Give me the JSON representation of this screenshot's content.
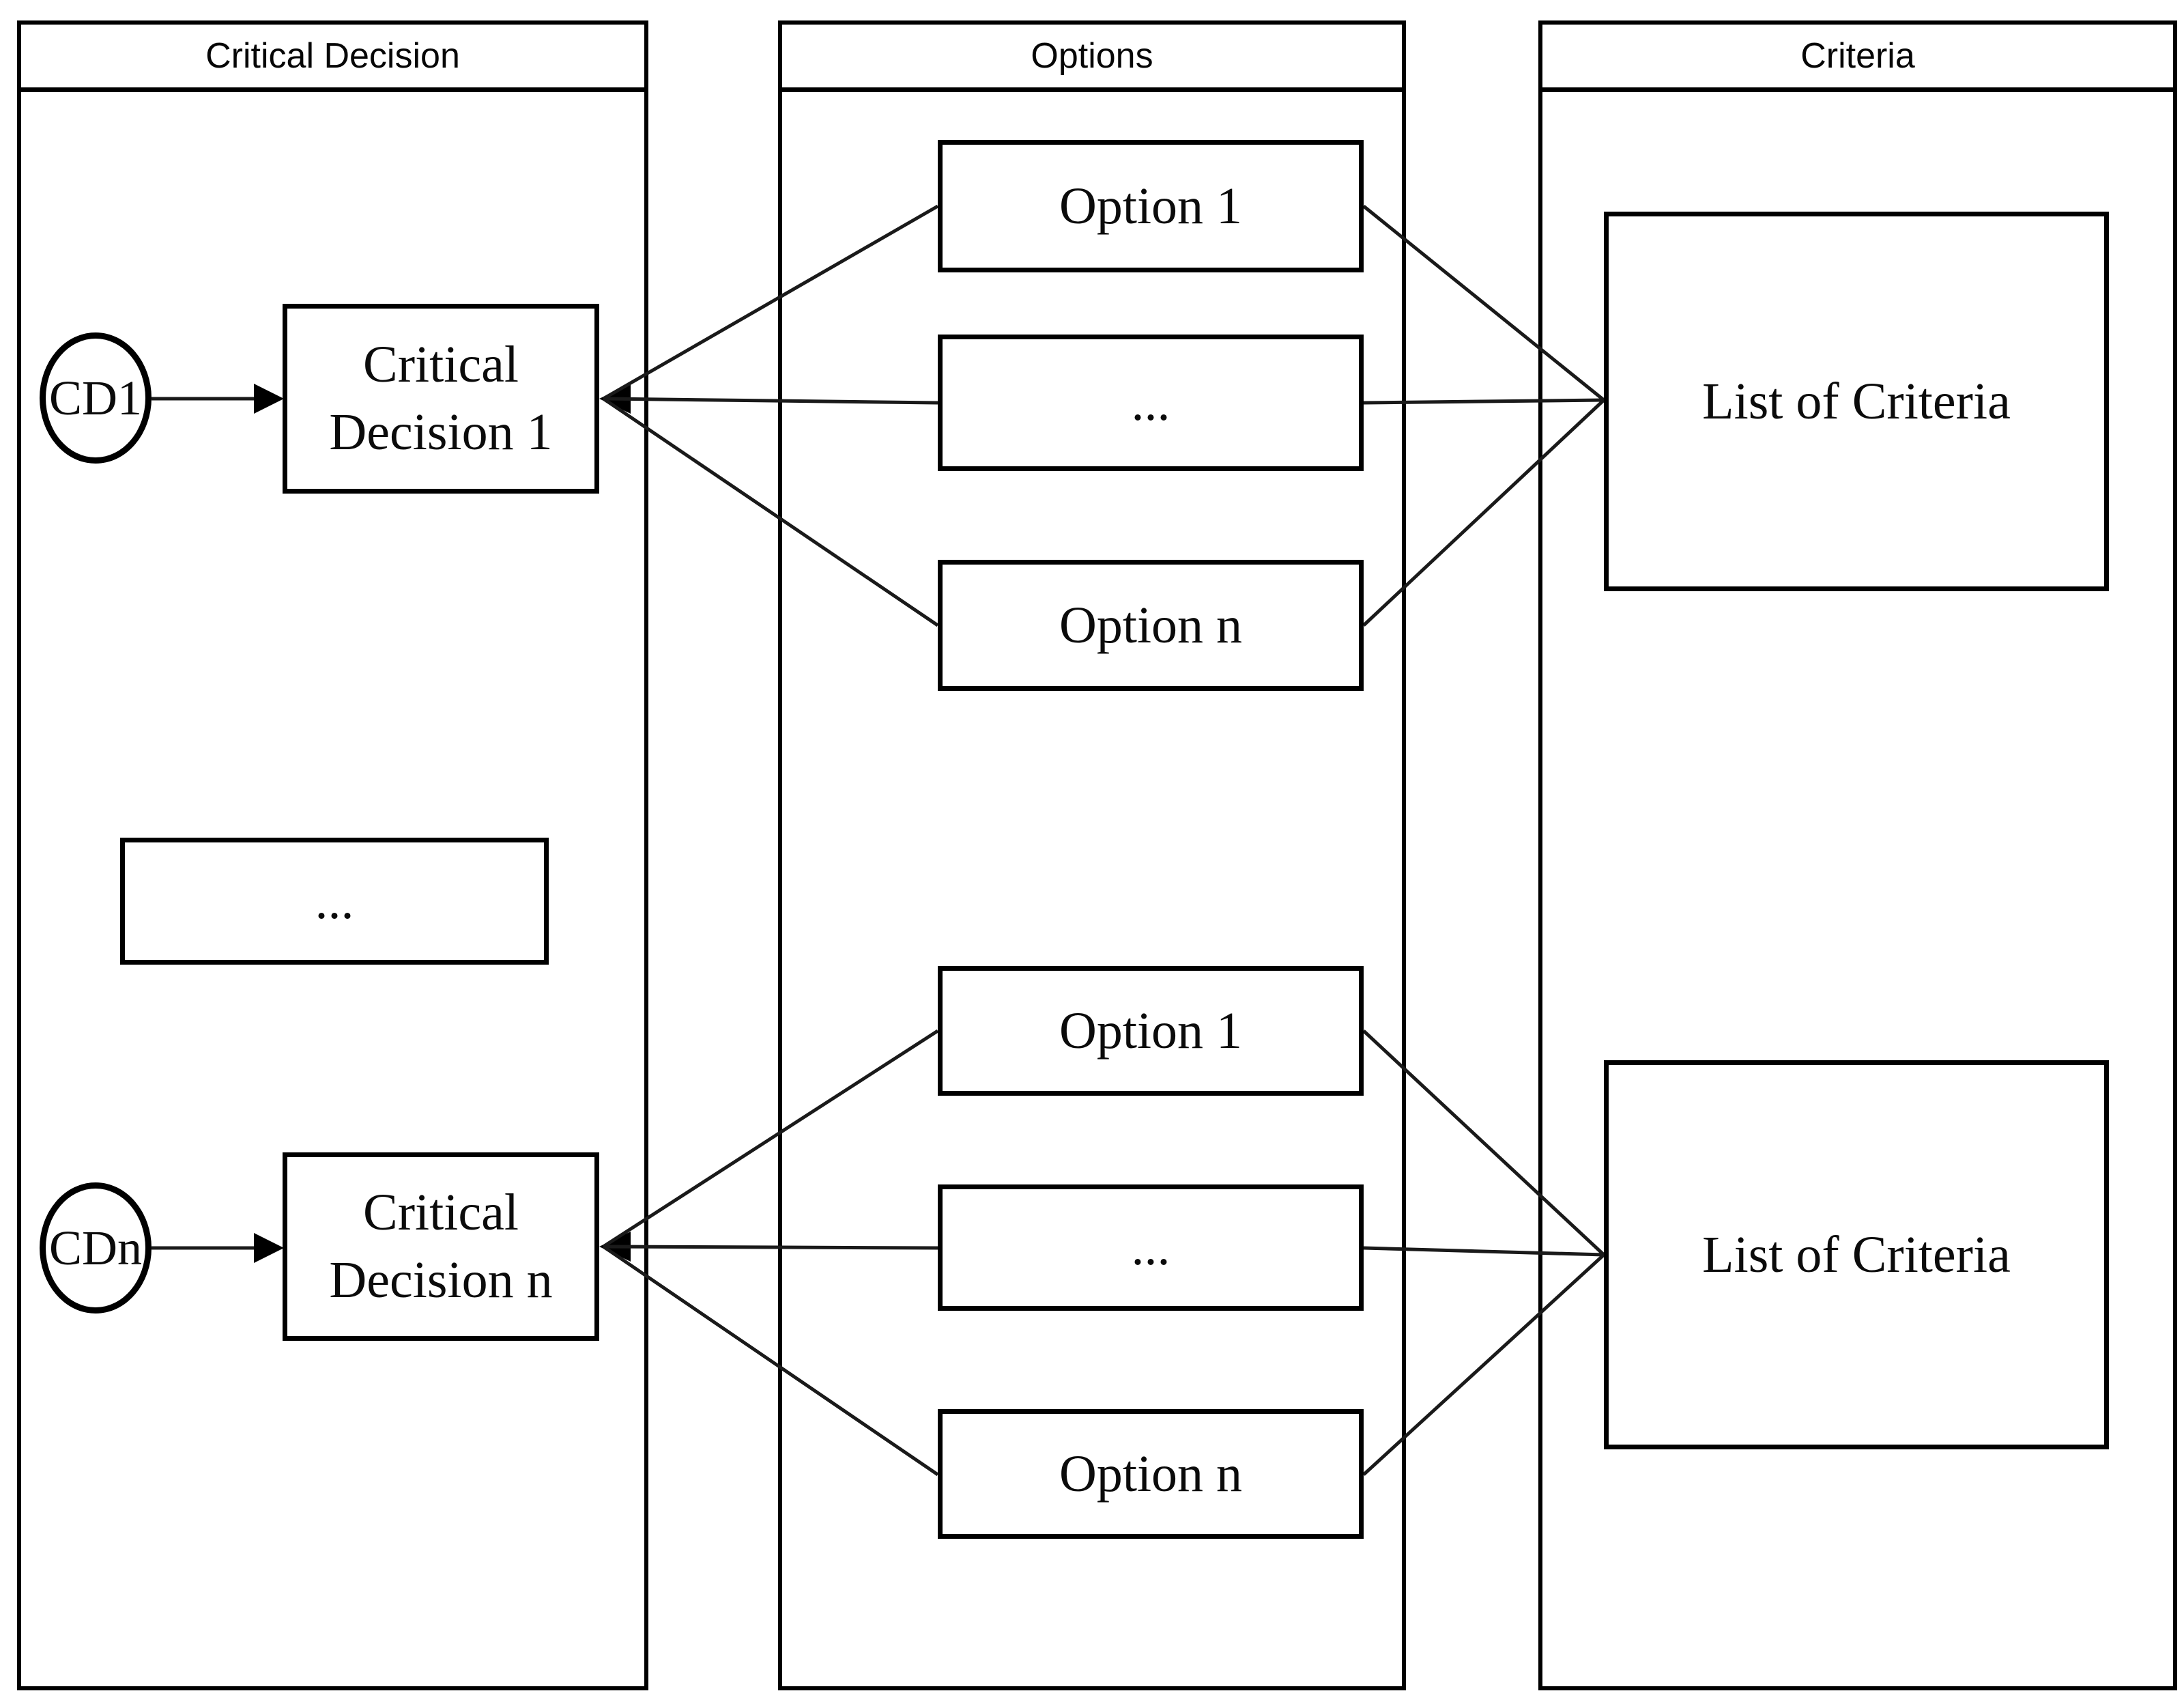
{
  "diagram": {
    "columns": [
      {
        "header": "Critical Decision"
      },
      {
        "header": "Options"
      },
      {
        "header": "Criteria"
      }
    ],
    "flows": {
      "top": {
        "start": "CD1",
        "decision": "Critical Decision 1",
        "options": [
          "Option 1",
          "...",
          "Option n"
        ],
        "criteria": "List of Criteria"
      },
      "bottom": {
        "start": "CDn",
        "decision": "Critical Decision n",
        "options": [
          "Option 1",
          "...",
          "Option n"
        ],
        "criteria": "List of Criteria"
      }
    },
    "left_ellipsis": "...",
    "colors": {
      "stroke": "#000000",
      "background": "#ffffff"
    }
  }
}
